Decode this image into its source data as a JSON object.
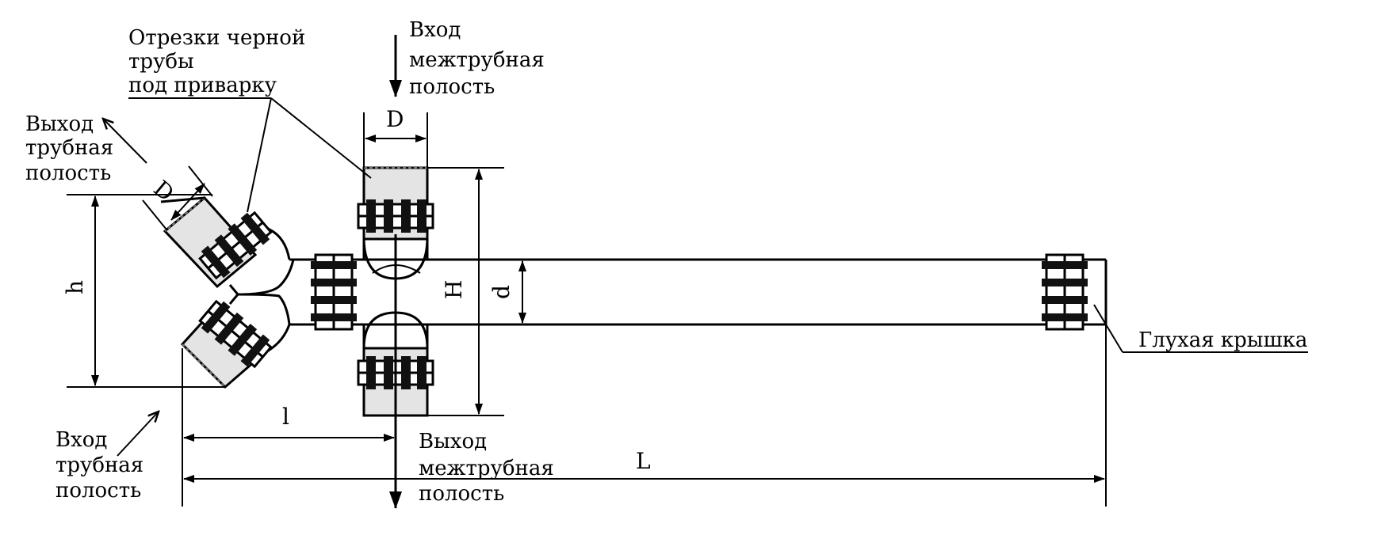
{
  "labels": {
    "stubs": [
      "Отрезки черной",
      "трубы",
      "под приварку"
    ],
    "inlet_shell": [
      "Вход",
      "межтрубная",
      "полость"
    ],
    "outlet_tube": [
      "Выход",
      "трубная",
      "полость"
    ],
    "inlet_tube": [
      "Вход",
      "трубная",
      "полость"
    ],
    "outlet_shell": [
      "Выход",
      "межтрубная",
      "полость"
    ],
    "blind_cover": "Глухая крышка"
  },
  "dimensions": {
    "D_top": "D",
    "D_left": "D",
    "h": "h",
    "H": "H",
    "d": "d",
    "l": "l",
    "L": "L"
  }
}
